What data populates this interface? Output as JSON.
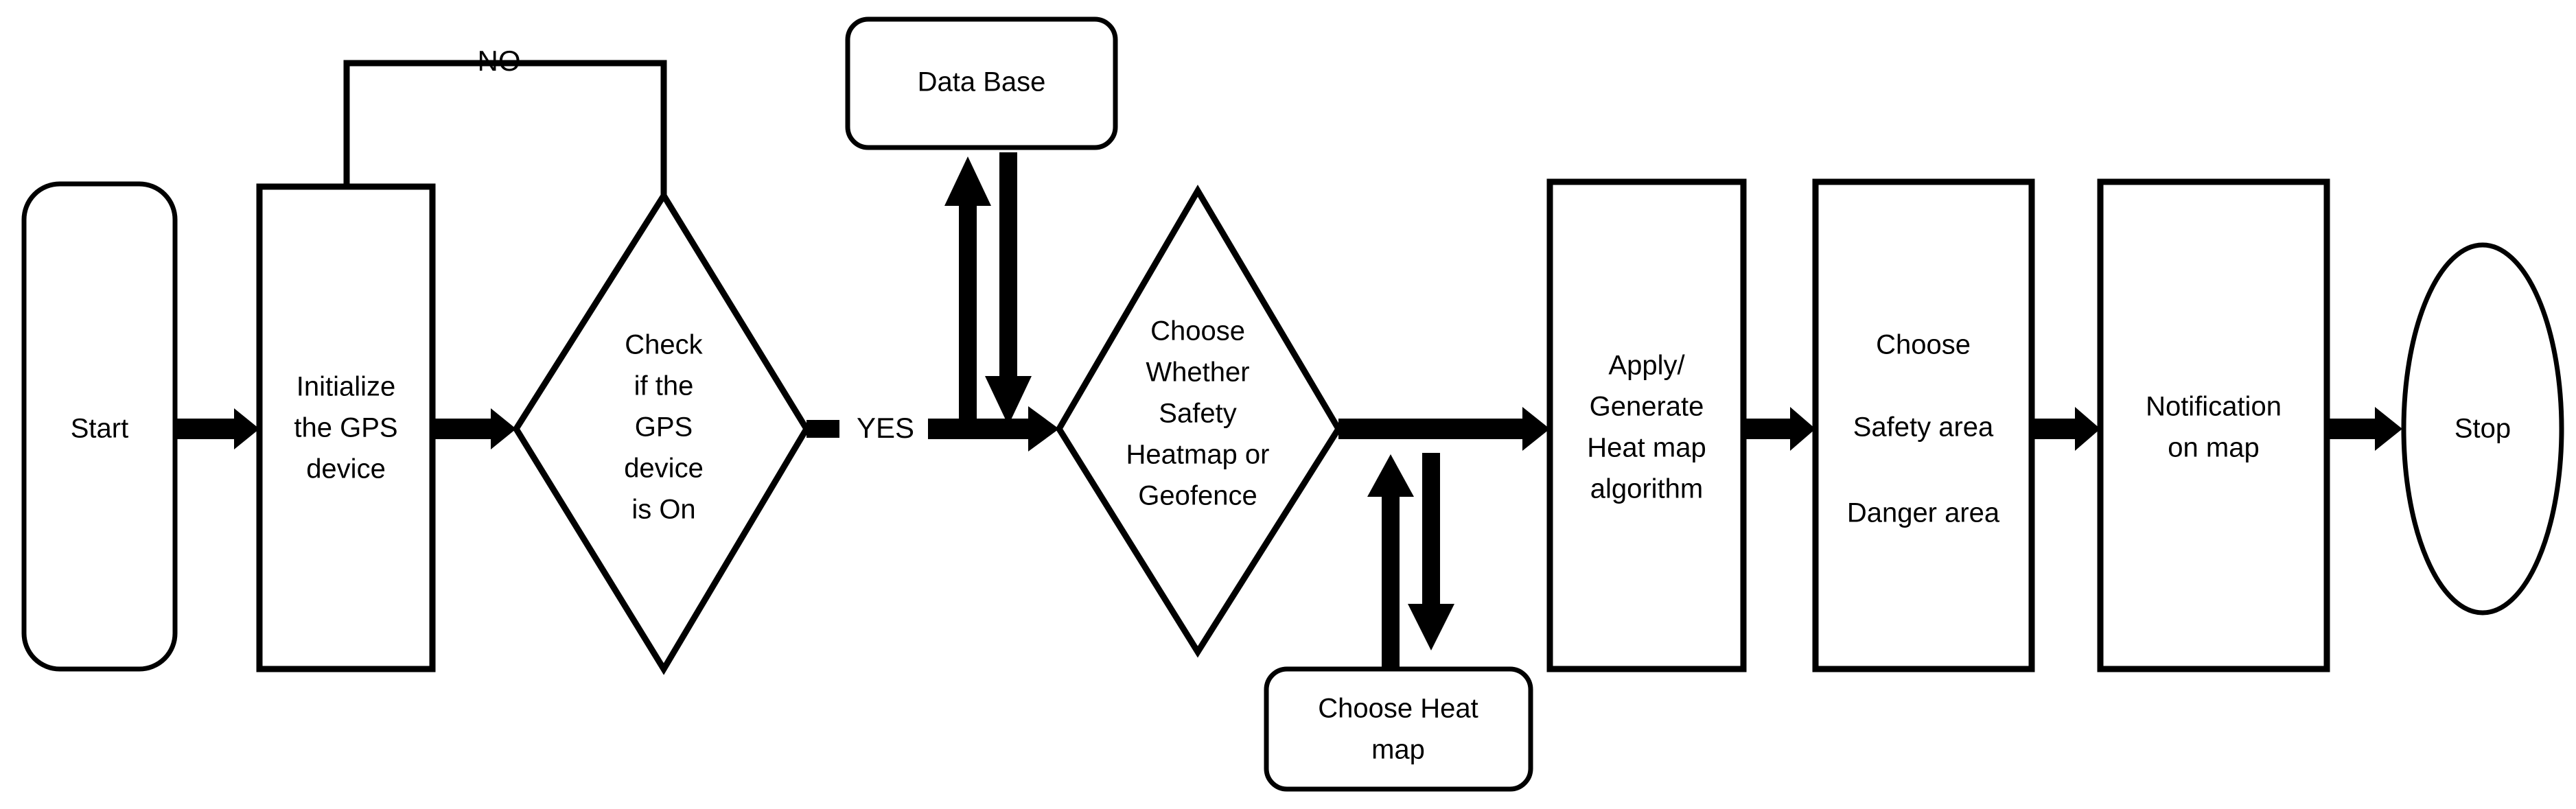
{
  "diagram": {
    "type": "flowchart",
    "title": "GPS Safety Heatmap / Geofence Process Flow",
    "orientation": "left-to-right",
    "background_color": "#ffffff",
    "stroke_color": "#000000",
    "text_color": "#000000",
    "nodes": [
      {
        "id": "start",
        "shape": "rounded-rectangle",
        "label": "Start",
        "lines": [
          "Start"
        ]
      },
      {
        "id": "init-gps",
        "shape": "rectangle",
        "label": "Initialize the GPS device",
        "lines": [
          "Initialize",
          "the GPS",
          "device"
        ]
      },
      {
        "id": "check-gps",
        "shape": "diamond",
        "label": "Check if the GPS device is On",
        "lines": [
          "Check",
          "if the",
          "GPS",
          "device",
          "is On"
        ]
      },
      {
        "id": "database",
        "shape": "rounded-rectangle",
        "label": "Data Base",
        "lines": [
          "Data Base"
        ]
      },
      {
        "id": "choose-mode",
        "shape": "diamond",
        "label": "Choose Whether Safety Heatmap or Geofence",
        "lines": [
          "Choose",
          "Whether",
          "Safety",
          "Heatmap or",
          "Geofence"
        ]
      },
      {
        "id": "choose-heatmap",
        "shape": "rounded-rectangle",
        "label": "Choose Heat map",
        "lines": [
          "Choose Heat",
          "map"
        ]
      },
      {
        "id": "apply-algorithm",
        "shape": "rectangle",
        "label": "Apply/ Generate Heat map algorithm",
        "lines": [
          "Apply/",
          "Generate",
          "Heat map",
          "algorithm"
        ]
      },
      {
        "id": "choose-area",
        "shape": "rectangle",
        "label": "Choose Safety area Danger area",
        "lines": [
          "Choose",
          "Safety area",
          "Danger area"
        ]
      },
      {
        "id": "notification",
        "shape": "rectangle",
        "label": "Notification on map",
        "lines": [
          "Notification",
          "on map"
        ]
      },
      {
        "id": "stop",
        "shape": "ellipse",
        "label": "Stop",
        "lines": [
          "Stop"
        ]
      }
    ],
    "edge_labels": {
      "no": "NO",
      "yes": "YES"
    },
    "edges": [
      {
        "from": "start",
        "to": "init-gps",
        "label": ""
      },
      {
        "from": "init-gps",
        "to": "check-gps",
        "label": ""
      },
      {
        "from": "check-gps",
        "to": "init-gps",
        "label": "NO"
      },
      {
        "from": "check-gps",
        "to": "choose-mode",
        "label": "YES"
      },
      {
        "from": "choose-mode",
        "to": "database",
        "label": ""
      },
      {
        "from": "database",
        "to": "choose-mode",
        "label": ""
      },
      {
        "from": "choose-mode",
        "to": "choose-heatmap",
        "label": ""
      },
      {
        "from": "choose-heatmap",
        "to": "choose-mode",
        "label": ""
      },
      {
        "from": "choose-mode",
        "to": "apply-algorithm",
        "label": ""
      },
      {
        "from": "apply-algorithm",
        "to": "choose-area",
        "label": ""
      },
      {
        "from": "choose-area",
        "to": "notification",
        "label": ""
      },
      {
        "from": "notification",
        "to": "stop",
        "label": ""
      }
    ]
  }
}
